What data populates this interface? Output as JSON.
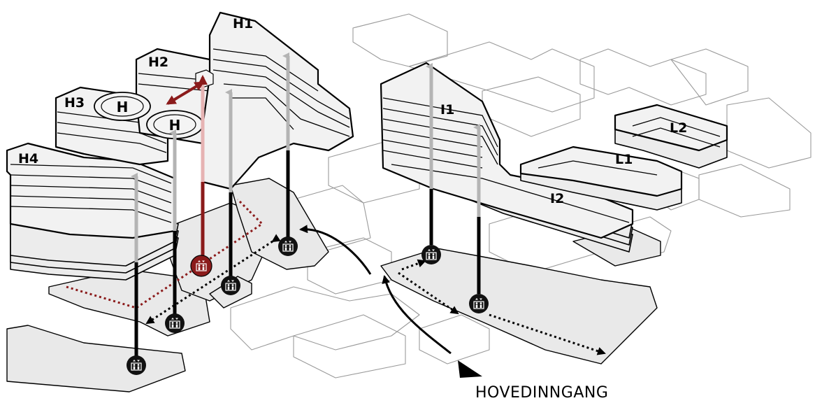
{
  "labels": {
    "h1": "H1",
    "h2": "H2",
    "h3": "H3",
    "h4": "H4",
    "i1": "I1",
    "i2": "I2",
    "l1": "L1",
    "l2": "L2",
    "entrance": "HOVEDINNGANG",
    "helipad": "H"
  },
  "colors": {
    "accent_red": "#8b1b1b",
    "elevator_black": "#111111",
    "floor_fill": "#ececec",
    "outline_gray": "#9a9a9a",
    "shaft_gray": "#b4b4b4"
  },
  "icons": {
    "elevator": "elevator-icon",
    "helipad": "helipad-icon",
    "entrance_arrow": "entrance-arrow-icon"
  }
}
